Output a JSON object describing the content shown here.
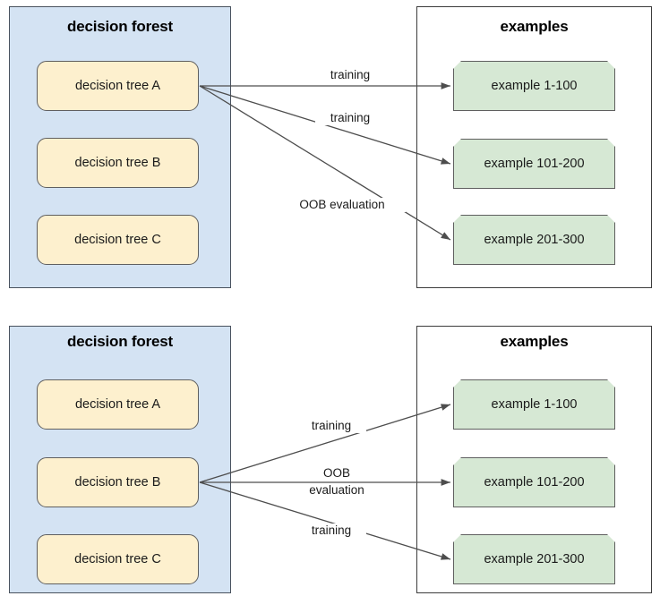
{
  "diagram": {
    "title_semantic": "out-of-bag-evaluation-decision-forest-diagram",
    "colors": {
      "forest_panel_fill": "#d4e3f3",
      "forest_panel_stroke": "#49525e",
      "examples_panel_fill": "#ffffff",
      "examples_panel_stroke": "#3c3c3c",
      "tree_node_fill": "#fdf0ce",
      "tree_node_stroke": "#5f5f5f",
      "example_node_fill": "#d6e8d4",
      "example_node_stroke": "#5f5f5f",
      "edge_stroke": "#4d4d4d",
      "text": "#1a1a1a",
      "background": "#ffffff"
    },
    "panels": [
      {
        "id": "top",
        "forest": {
          "title": "decision forest",
          "trees": [
            {
              "label": "decision tree A",
              "highlighted_source": true
            },
            {
              "label": "decision tree B",
              "highlighted_source": false
            },
            {
              "label": "decision tree C",
              "highlighted_source": false
            }
          ]
        },
        "examples": {
          "title": "examples",
          "items": [
            {
              "label": "example 1-100"
            },
            {
              "label": "example 101-200"
            },
            {
              "label": "example 201-300"
            }
          ]
        },
        "edges": [
          {
            "from": "decision tree A",
            "to": "example 1-100",
            "label": "training"
          },
          {
            "from": "decision tree A",
            "to": "example 101-200",
            "label": "training"
          },
          {
            "from": "decision tree A",
            "to": "example 201-300",
            "label": "OOB evaluation"
          }
        ]
      },
      {
        "id": "bottom",
        "forest": {
          "title": "decision forest",
          "trees": [
            {
              "label": "decision tree A",
              "highlighted_source": false
            },
            {
              "label": "decision tree B",
              "highlighted_source": true
            },
            {
              "label": "decision tree C",
              "highlighted_source": false
            }
          ]
        },
        "examples": {
          "title": "examples",
          "items": [
            {
              "label": "example 1-100"
            },
            {
              "label": "example 101-200"
            },
            {
              "label": "example 201-300"
            }
          ]
        },
        "edges": [
          {
            "from": "decision tree B",
            "to": "example 1-100",
            "label": "training"
          },
          {
            "from": "decision tree B",
            "to": "example 101-200",
            "label_line1": "OOB",
            "label_line2": "evaluation"
          },
          {
            "from": "decision tree B",
            "to": "example 201-300",
            "label": "training"
          }
        ]
      }
    ]
  }
}
